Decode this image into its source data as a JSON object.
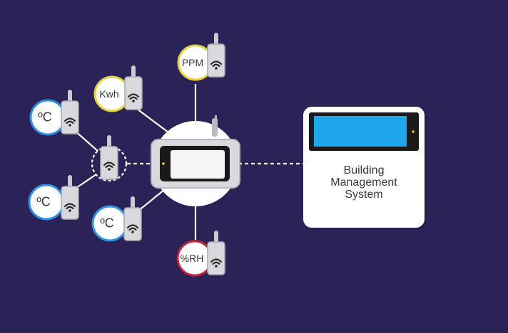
{
  "colors": {
    "background": "#2b2257",
    "temperature_ring": "#2f8fe0",
    "energy_ring": "#e6d23a",
    "air_quality_ring": "#e6d23a",
    "humidity_ring": "#c8223a",
    "screen": "#1ea7ea",
    "device_body": "#d7d9dc",
    "device_shade": "#b6bac0"
  },
  "sensors": [
    {
      "id": "temperature-1",
      "label": "ºC",
      "icon": "wifi-icon"
    },
    {
      "id": "temperature-2",
      "label": "ºC",
      "icon": "wifi-icon"
    },
    {
      "id": "temperature-3",
      "label": "ºC",
      "icon": "wifi-icon"
    },
    {
      "id": "energy",
      "label": "Kwh",
      "icon": "wifi-icon"
    },
    {
      "id": "air-quality",
      "label": "PPM",
      "icon": "wifi-icon"
    },
    {
      "id": "humidity",
      "label": "%RH",
      "icon": "wifi-icon"
    }
  ],
  "repeater": {
    "icon": "wifi-icon"
  },
  "gateway": {
    "icon": "antenna-icon"
  },
  "bms": {
    "lines": [
      "Building",
      "Management",
      "System"
    ]
  }
}
